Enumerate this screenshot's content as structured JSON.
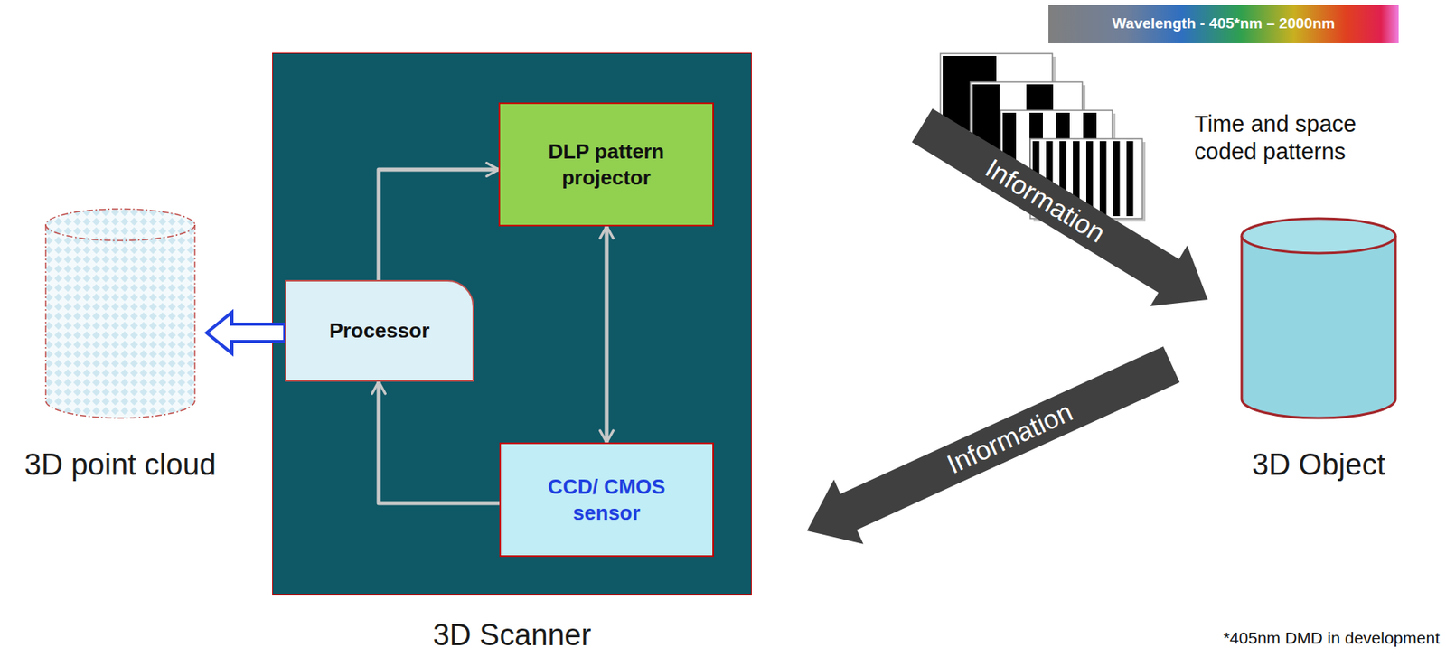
{
  "diagram": {
    "nodes": [
      {
        "text": [
          "3D Scanner"
        ]
      },
      {
        "text": [
          "DLP pattern projector"
        ],
        "in": 0
      },
      {
        "text": [
          "Processor"
        ],
        "in": 0
      },
      {
        "text": [
          "CCD/ CMOS sensor"
        ],
        "in": 0
      },
      {
        "text": [
          "3D point cloud"
        ]
      },
      {
        "text": [
          "3D Object"
        ]
      }
    ],
    "edges": [
      {
        "from": 2,
        "to": 1,
        "arrow": "to"
      },
      {
        "from": 1,
        "to": 3,
        "arrow": "both"
      },
      {
        "from": 3,
        "to": 2,
        "arrow": "to"
      },
      {
        "from": 2,
        "to": 4,
        "arrow": "to"
      },
      {
        "from": 0,
        "to": 5,
        "arrow": "to",
        "label": "Information"
      },
      {
        "from": 5,
        "to": 0,
        "arrow": "to",
        "label": "Information"
      }
    ],
    "labels": [
      "Wavelength - 405*nm – 2000nm",
      "Time and space coded patterns",
      "*405nm DMD in development"
    ]
  }
}
